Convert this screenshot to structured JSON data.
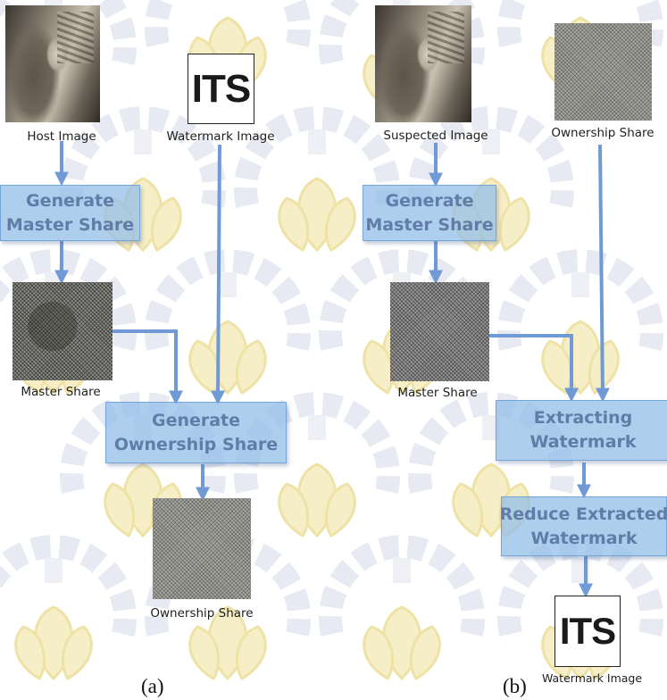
{
  "panel_a": {
    "label": "(a)",
    "host_image_caption": "Host Image",
    "watermark_image_caption": "Watermark Image",
    "watermark_text": "ITS",
    "generate_master_share": [
      "Generate",
      "Master Share"
    ],
    "master_share_caption": "Master Share",
    "generate_ownership_share": [
      "Generate",
      "Ownership Share"
    ],
    "ownership_share_caption": "Ownership Share"
  },
  "panel_b": {
    "label": "(b)",
    "suspected_image_caption": "Suspected Image",
    "ownership_share_caption": "Ownership Share",
    "generate_master_share": [
      "Generate",
      "Master Share"
    ],
    "master_share_caption": "Master Share",
    "extracting_watermark": [
      "Extracting",
      "Watermark"
    ],
    "reduce_extracted_watermark": [
      "Reduce Extracted",
      "Watermark"
    ],
    "watermark_text": "ITS",
    "watermark_image_caption": "Watermark Image"
  },
  "colors": {
    "box_fill": "#93bee8",
    "box_text": "#5f7da6",
    "arrow": "#6f9ad6",
    "background_logo": "#f4ecbe"
  }
}
